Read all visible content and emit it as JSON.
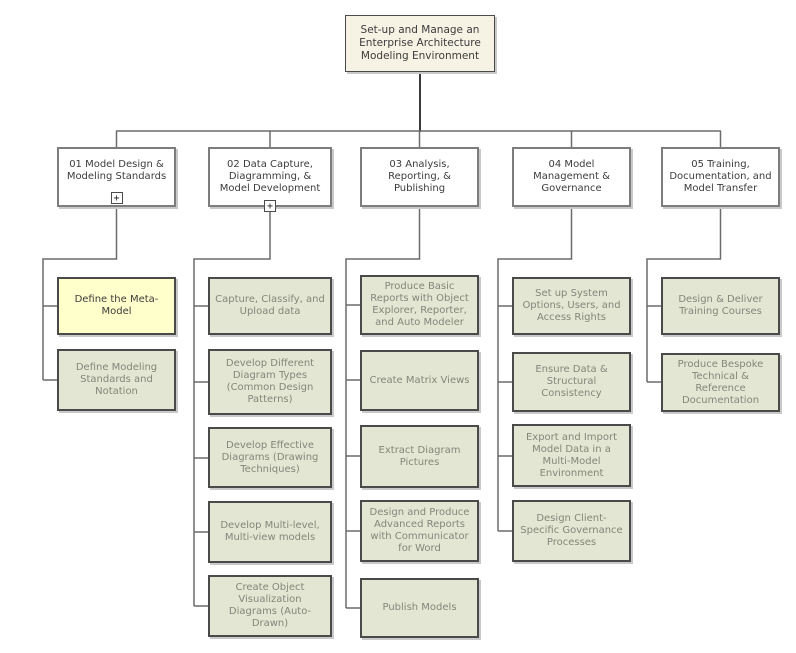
{
  "colors": {
    "canvas_bg": "#FFFFFF",
    "root_fill": "#F6F2E4",
    "branch_fill": "#FFFFFF",
    "task_fill": "#E3E6D2",
    "highlight_fill": "#FFFFCC",
    "dark_text": "#3C3C3C",
    "task_text": "#85857B",
    "branch_border": "#7D7D7D",
    "task_border": "#4A4A4A",
    "wire": "#6B6B6B",
    "trunk_wire": "#3A3A3A"
  },
  "diagram": {
    "root": {
      "label": "Set-up and Manage an Enterprise Architecture Modeling Environment"
    },
    "branches": [
      {
        "label": "01 Model Design & Modeling Standards",
        "has_expand_button": true,
        "expand_symbol": "+",
        "children": [
          {
            "label": "Define the Meta-Model",
            "highlighted": true
          },
          {
            "label": "Define Modeling Standards and Notation",
            "highlighted": false
          }
        ]
      },
      {
        "label": "02 Data Capture, Diagramming, & Model Development",
        "has_expand_button": true,
        "expand_symbol": "+",
        "children": [
          {
            "label": "Capture, Classify, and Upload data",
            "highlighted": false
          },
          {
            "label": "Develop Different Diagram Types (Common Design Patterns)",
            "highlighted": false
          },
          {
            "label": "Develop Effective Diagrams (Drawing Techniques)",
            "highlighted": false
          },
          {
            "label": "Develop Multi-level, Multi-view models",
            "highlighted": false
          },
          {
            "label": "Create Object Visualization Diagrams (Auto-Drawn)",
            "highlighted": false
          }
        ]
      },
      {
        "label": "03 Analysis, Reporting, & Publishing",
        "has_expand_button": false,
        "children": [
          {
            "label": "Produce Basic Reports with Object Explorer, Reporter, and Auto Modeler",
            "highlighted": false
          },
          {
            "label": "Create Matrix Views",
            "highlighted": false
          },
          {
            "label": "Extract Diagram Pictures",
            "highlighted": false
          },
          {
            "label": "Design and Produce Advanced Reports with Communicator for Word",
            "highlighted": false
          },
          {
            "label": "Publish Models",
            "highlighted": false
          }
        ]
      },
      {
        "label": "04 Model Management & Governance",
        "has_expand_button": false,
        "children": [
          {
            "label": "Set up System Options, Users, and Access Rights",
            "highlighted": false
          },
          {
            "label": "Ensure Data & Structural Consistency",
            "highlighted": false
          },
          {
            "label": "Export and Import Model Data in a Multi-Model Environment",
            "highlighted": false
          },
          {
            "label": "Design Client-Specific Governance Processes",
            "highlighted": false
          }
        ]
      },
      {
        "label": "05 Training, Documentation, and Model Transfer",
        "has_expand_button": false,
        "children": [
          {
            "label": "Design & Deliver Training Courses",
            "highlighted": false
          },
          {
            "label": "Produce Bespoke Technical & Reference Documentation",
            "highlighted": false
          }
        ]
      }
    ]
  }
}
